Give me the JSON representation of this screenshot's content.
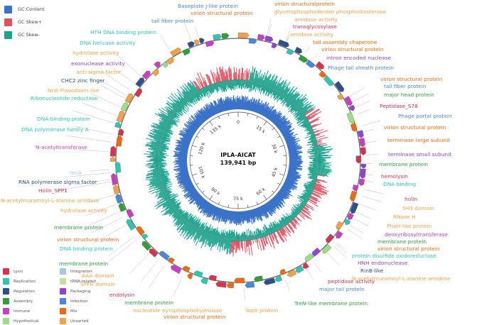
{
  "title": {
    "name": "IPLA-AICAT",
    "length": "139,941 bp"
  },
  "legend_tracks": [
    {
      "label": "GC Content",
      "color": "#3a73c8"
    },
    {
      "label": "GC Skew+",
      "color": "#e05060"
    },
    {
      "label": "GC Skew-",
      "color": "#1aa38d"
    }
  ],
  "legend_categories": [
    {
      "label": "Lysis",
      "color": "#d6334e"
    },
    {
      "label": "Integration",
      "color": "#a6c8e0"
    },
    {
      "label": "Replication",
      "color": "#2dc6b0"
    },
    {
      "label": "tRNA-related",
      "color": "#c5dfa0"
    },
    {
      "label": "Regulation",
      "color": "#2f4f88"
    },
    {
      "label": "Packaging",
      "color": "#8f45d2"
    },
    {
      "label": "Assembly",
      "color": "#2f9e3b"
    },
    {
      "label": "Infection",
      "color": "#4a86d9"
    },
    {
      "label": "Immune",
      "color": "#c83fc4"
    },
    {
      "label": "Mix",
      "color": "#ee6a12"
    },
    {
      "label": "Hypothetical",
      "color": "#9fdc8a"
    },
    {
      "label": "Unsorted",
      "color": "#efa24a"
    }
  ],
  "ticks": [
    "0",
    "15 k",
    "30 k",
    "45 k",
    "60 k",
    "75 k",
    "90 k",
    "105 k",
    "120 k",
    "135 k"
  ],
  "gene_labels": [
    {
      "text": "Baseplate J-like protein",
      "color": "#4a86d9"
    },
    {
      "text": "virion structural protein",
      "color": "#ee6a12"
    },
    {
      "text": "virion structuralprotein",
      "color": "#ee6a12"
    },
    {
      "text": "glycerophosphodiester phosphodiesterase",
      "color": "#efa24a"
    },
    {
      "text": "amidase activity",
      "color": "#efa24a"
    },
    {
      "text": "transglycosylase",
      "color": "#d6334e"
    },
    {
      "text": "amidase activity",
      "color": "#efa24a"
    },
    {
      "text": "tail assembly chaperone",
      "color": "#ee6a12"
    },
    {
      "text": "virion structural protein",
      "color": "#ee6a12"
    },
    {
      "text": "intron encoded nuclease",
      "color": "#8f45d2"
    },
    {
      "text": "Phage tail sheath protein",
      "color": "#4a86d9"
    },
    {
      "text": "virion structural protein",
      "color": "#ee6a12"
    },
    {
      "text": "tail fiber protein",
      "color": "#4a86d9"
    },
    {
      "text": "major head protein",
      "color": "#2f9e3b"
    },
    {
      "text": "Peptidase_S78",
      "color": "#d6334e"
    },
    {
      "text": "Phage portal protein",
      "color": "#4a86d9"
    },
    {
      "text": "virion structural protein",
      "color": "#ee6a12"
    },
    {
      "text": "terminase large subunit",
      "color": "#ee6a12"
    },
    {
      "text": "terminase small subunit",
      "color": "#8f45d2"
    },
    {
      "text": "membrane protein",
      "color": "#2f9e3b"
    },
    {
      "text": "hemolysin",
      "color": "#d6334e"
    },
    {
      "text": "DNA binding",
      "color": "#2dc6b0"
    },
    {
      "text": "holin",
      "color": "#d6334e"
    },
    {
      "text": "SH3 domain",
      "color": "#efa24a"
    },
    {
      "text": "RNase H",
      "color": "#efa24a"
    },
    {
      "text": "PhoH-like protein",
      "color": "#efa24a"
    },
    {
      "text": "deoxyribosyltransferase",
      "color": "#c83fc4"
    },
    {
      "text": "membrane protein",
      "color": "#2f9e3b"
    },
    {
      "text": "virion structural protein",
      "color": "#ee6a12"
    },
    {
      "text": "protein disulfide oxidoreductase",
      "color": "#2dc6b0"
    },
    {
      "text": "HNH endonuclease",
      "color": "#8f45d2"
    },
    {
      "text": "RinB-like",
      "color": "#2f4f88"
    },
    {
      "text": "N-acetylmuramoyl-L-alanine amidese",
      "color": "#efa24a"
    },
    {
      "text": "peptidase activity",
      "color": "#d6334e"
    },
    {
      "text": "major tail protein",
      "color": "#4a86d9"
    },
    {
      "text": "TreN-like membrane protein",
      "color": "#2f9e3b"
    },
    {
      "text": "YopX protein",
      "color": "#efa24a"
    },
    {
      "text": "virion structural protein",
      "color": "#ee6a12"
    },
    {
      "text": "nucleotide pyrophosphohydrolase",
      "color": "#efa24a"
    },
    {
      "text": "membrane protein",
      "color": "#2f9e3b"
    },
    {
      "text": "endolysin",
      "color": "#d6334e"
    },
    {
      "text": "SPFH domain",
      "color": "#efa24a"
    },
    {
      "text": "AAA domain",
      "color": "#efa24a"
    },
    {
      "text": "membrane protein",
      "color": "#2f9e3b"
    },
    {
      "text": "DNA binding protein",
      "color": "#2dc6b0"
    },
    {
      "text": "virion structural protein",
      "color": "#ee6a12"
    },
    {
      "text": "membrane protein",
      "color": "#2f9e3b"
    },
    {
      "text": "hydrolase activity",
      "color": "#efa24a"
    },
    {
      "text": "N-acetylmuramoyl-L-alanine amidase",
      "color": "#efa24a"
    },
    {
      "text": "Holin_SPP1",
      "color": "#d6334e"
    },
    {
      "text": "RNA polymerase sigma factor",
      "color": "#2f4f88"
    },
    {
      "text": "recA",
      "color": "#a6c8e0"
    },
    {
      "text": "N-acetyltransferase",
      "color": "#c83fc4"
    },
    {
      "text": "DNA polymerase family A",
      "color": "#2dc6b0"
    },
    {
      "text": "DNA-binding protein",
      "color": "#2dc6b0"
    },
    {
      "text": "Ribonucleotide reductase",
      "color": "#2dc6b0"
    },
    {
      "text": "NrdI Flavodoxin like",
      "color": "#efa24a"
    },
    {
      "text": "CHC2 zinc finger",
      "color": "#2f4f88"
    },
    {
      "text": "anti-sigma factor",
      "color": "#efa24a"
    },
    {
      "text": "exonuclease activity",
      "color": "#8f45d2"
    },
    {
      "text": "hydrolase activity",
      "color": "#efa24a"
    },
    {
      "text": "DNA helicase activity",
      "color": "#2dc6b0"
    },
    {
      "text": "HTH DNA binding protein",
      "color": "#2dc6b0"
    },
    {
      "text": "tail fiber protein",
      "color": "#4a86d9"
    }
  ]
}
